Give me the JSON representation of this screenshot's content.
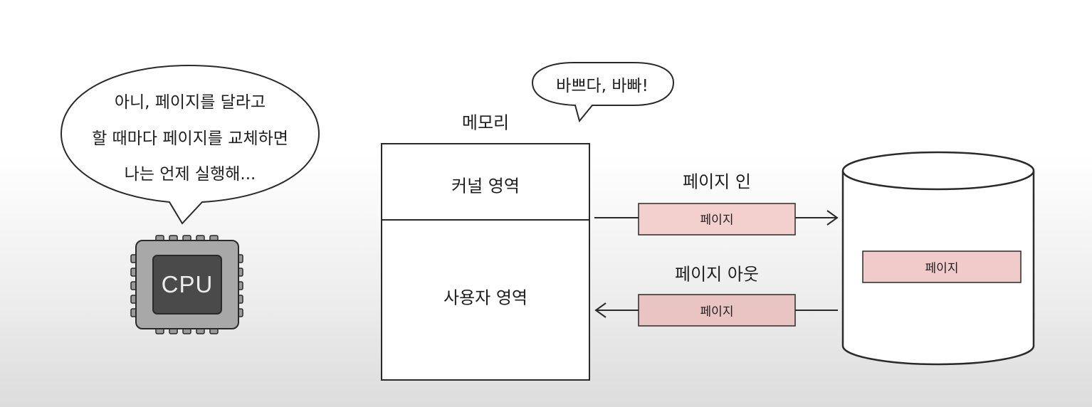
{
  "cpu": {
    "label": "CPU",
    "speech_lines": [
      "아니, 페이지를 달라고",
      "할 때마다 페이지를 교체하면",
      "나는 언제 실행해..."
    ]
  },
  "memory": {
    "title": "메모리",
    "speech": "바쁘다, 바빠!",
    "kernel_area": "커널 영역",
    "user_area": "사용자 영역"
  },
  "transfers": {
    "page_in_label": "페이지 인",
    "page_in_box": "페이지",
    "page_out_label": "페이지 아웃",
    "page_out_box": "페이지"
  },
  "disk": {
    "page_box": "페이지"
  },
  "colors": {
    "page_in_fill": "#f3d0cd",
    "page_out_fill": "#e9c4c2",
    "disk_page_fill": "#f0cbc9",
    "cpu_body": "#a8a8a8",
    "cpu_core": "#4a4a4a",
    "stroke": "#2a2a2a"
  }
}
